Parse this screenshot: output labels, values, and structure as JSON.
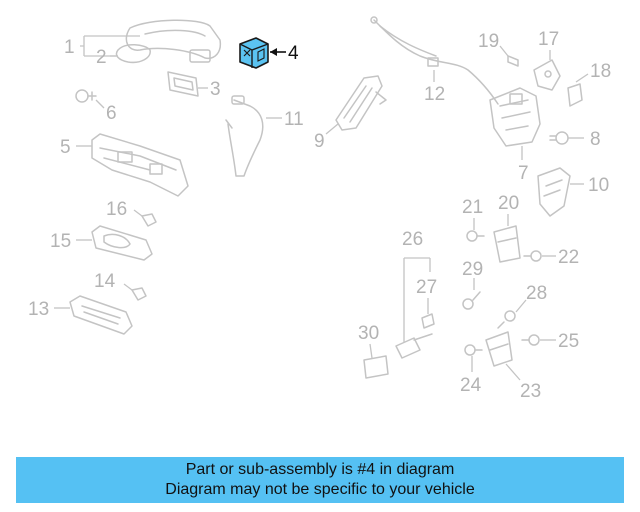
{
  "diagram": {
    "highlighted_part": "4",
    "highlight_color": "#5bc3f1",
    "callouts": [
      "1",
      "2",
      "3",
      "4",
      "5",
      "6",
      "7",
      "8",
      "9",
      "10",
      "11",
      "12",
      "13",
      "14",
      "15",
      "16",
      "17",
      "18",
      "19",
      "20",
      "21",
      "22",
      "23",
      "24",
      "25",
      "26",
      "27",
      "28",
      "29",
      "30"
    ]
  },
  "banner": {
    "line1": "Part or sub-assembly is #4 in diagram",
    "line2": "Diagram may not be specific to your vehicle",
    "background": "#55c1f3"
  }
}
